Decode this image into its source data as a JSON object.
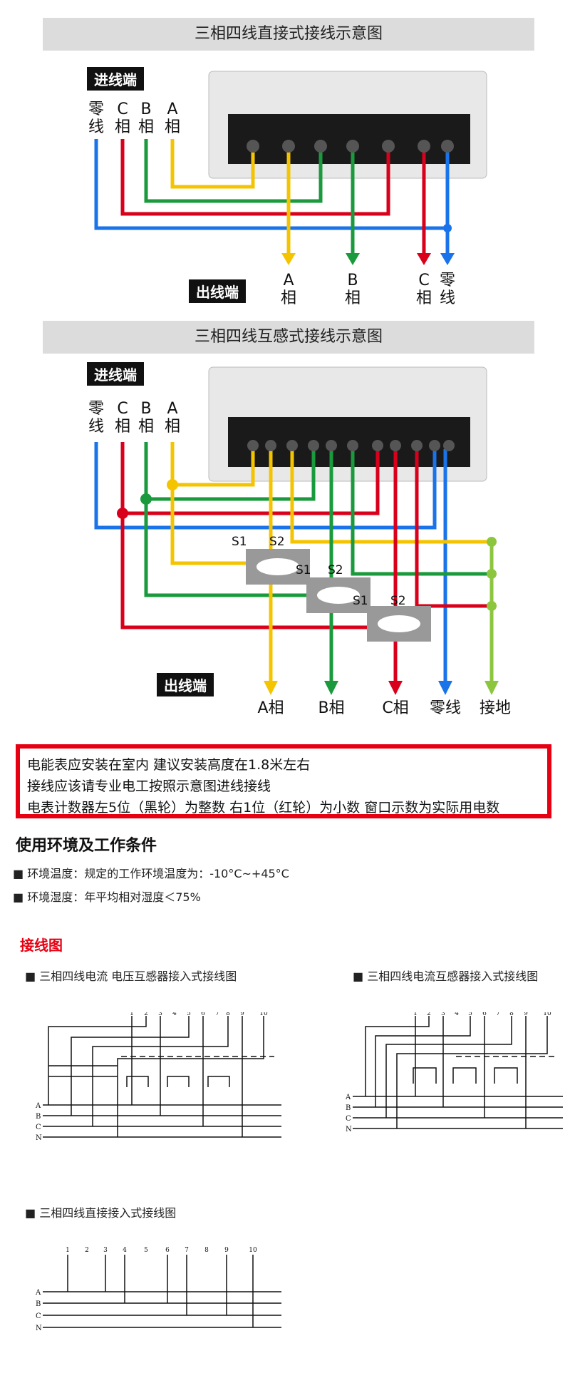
{
  "direct": {
    "title": "三相四线直接式接线示意图",
    "in_label": "进线端",
    "out_label": "出线端",
    "in_wires": [
      "零线",
      "C相",
      "B相",
      "A相"
    ],
    "in_chars": [
      [
        "零",
        "线"
      ],
      [
        "C",
        "相"
      ],
      [
        "B",
        "相"
      ],
      [
        "A",
        "相"
      ]
    ],
    "out_chars": [
      [
        "A",
        "相"
      ],
      [
        "B",
        "相"
      ],
      [
        "C",
        "相"
      ],
      [
        "零",
        "线"
      ]
    ]
  },
  "ct": {
    "title": "三相四线互感式接线示意图",
    "in_label": "进线端",
    "out_label": "出线端",
    "in_chars": [
      [
        "零",
        "线"
      ],
      [
        "C",
        "相"
      ],
      [
        "B",
        "相"
      ],
      [
        "A",
        "相"
      ]
    ],
    "s1": "S1",
    "s2": "S2",
    "outs": [
      "A相",
      "B相",
      "C相",
      "零线",
      "接地"
    ]
  },
  "notes": [
    "电能表应安装在室内 建议安装高度在1.8米左右",
    "接线应该请专业电工按照示意图进线接线",
    "电表计数器左5位（黑轮）为整数 右1位（红轮）为小数 窗口示数为实际用电数"
  ],
  "env": {
    "heading": "使用环境及工作条件",
    "items": [
      "环境温度：规定的工作环境温度为：-10°C~+45°C",
      "环境湿度：年平均相对湿度＜75%"
    ]
  },
  "wiring": {
    "heading": "接线图",
    "diagrams": [
      "三相四线电流 电压互感器接入式接线图",
      "三相四线电流互感器接入式接线图",
      "三相四线直接接入式接线图"
    ],
    "phases": [
      "A",
      "B",
      "C",
      "N"
    ],
    "terminals": [
      "1",
      "2",
      "3",
      "4",
      "5",
      "6",
      "7",
      "8",
      "9",
      "10"
    ]
  },
  "colors": {
    "A": "#f5c400",
    "B": "#1a9a3c",
    "C": "#d9001b",
    "N": "#1a73e8",
    "PE": "#8cc63f"
  }
}
